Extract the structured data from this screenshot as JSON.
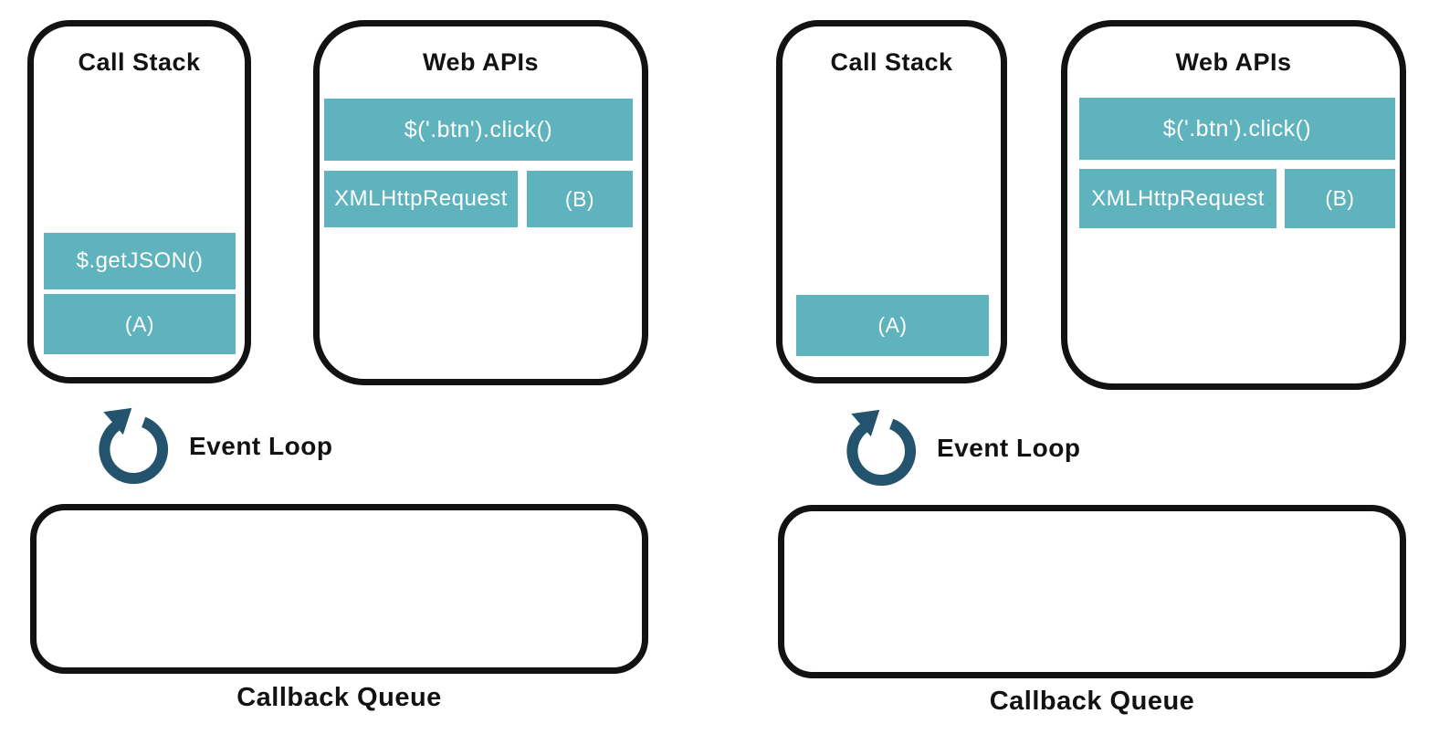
{
  "colors": {
    "teal": "#5fb3bd",
    "navy": "#24536e",
    "ink": "#121212",
    "background": "#ffffff",
    "block_text": "#ffffff"
  },
  "panels": [
    {
      "call_stack": {
        "title": "Call Stack",
        "frames": [
          "$.getJSON()",
          "(A)"
        ]
      },
      "web_apis": {
        "title": "Web APIs",
        "tasks": [
          "$('.btn').click()",
          "XMLHttpRequest",
          "(B)"
        ]
      },
      "event_loop": {
        "label": "Event Loop",
        "icon": "circular-arrow-icon"
      },
      "callback_queue": {
        "label": "Callback Queue",
        "items": []
      }
    },
    {
      "call_stack": {
        "title": "Call Stack",
        "frames": [
          "(A)"
        ]
      },
      "web_apis": {
        "title": "Web APIs",
        "tasks": [
          "$('.btn').click()",
          "XMLHttpRequest",
          "(B)"
        ]
      },
      "event_loop": {
        "label": "Event Loop",
        "icon": "circular-arrow-icon"
      },
      "callback_queue": {
        "label": "Callback Queue",
        "items": []
      }
    }
  ]
}
